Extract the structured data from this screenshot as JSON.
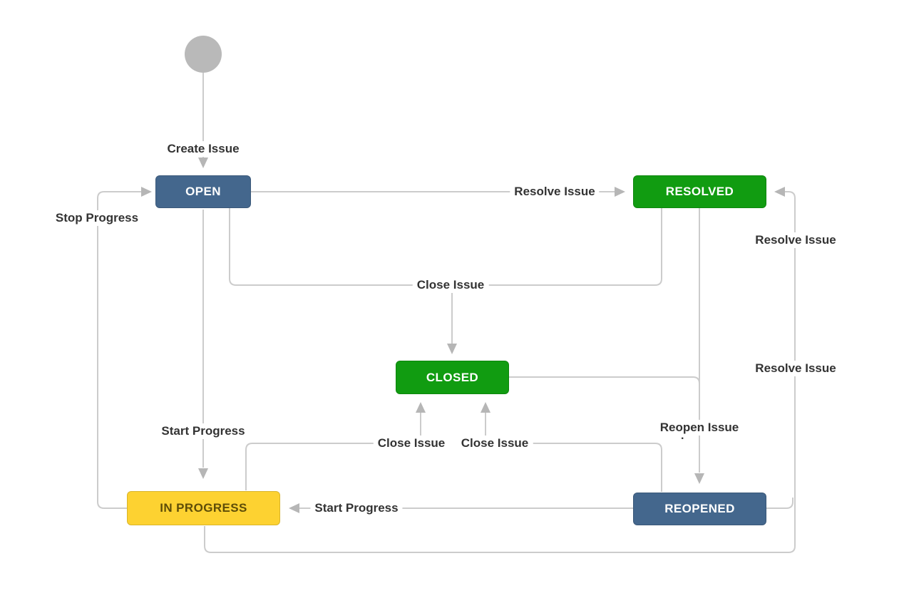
{
  "nodes": {
    "open": {
      "label": "OPEN",
      "bg": "#44678d",
      "text": "#ffffff"
    },
    "resolved": {
      "label": "RESOLVED",
      "bg": "#119c11",
      "text": "#ffffff"
    },
    "closed": {
      "label": "CLOSED",
      "bg": "#119c11",
      "text": "#ffffff"
    },
    "in_progress": {
      "label": "IN PROGRESS",
      "bg": "#fdd231",
      "text": "#5e4d08"
    },
    "reopened": {
      "label": "REOPENED",
      "bg": "#44678d",
      "text": "#ffffff"
    }
  },
  "edge_labels": {
    "create_issue": "Create Issue",
    "stop_progress": "Stop Progress",
    "resolve_issue_open": "Resolve Issue",
    "resolve_issue_right_upper": "Resolve Issue",
    "resolve_issue_right_lower": "Resolve Issue",
    "close_issue_top": "Close Issue",
    "close_issue_left": "Close Issue",
    "close_issue_right": "Close Issue",
    "reopen_issue": "Reopen Issue",
    "reopen_issue_dot": ".",
    "start_progress_left": "Start Progress",
    "start_progress_right": "Start Progress"
  },
  "colors": {
    "background": "#ffffff",
    "connector": "#cccccc",
    "arrowhead": "#b6b6b6",
    "start_circle": "#b9b9b9",
    "label_text": "#333333"
  }
}
